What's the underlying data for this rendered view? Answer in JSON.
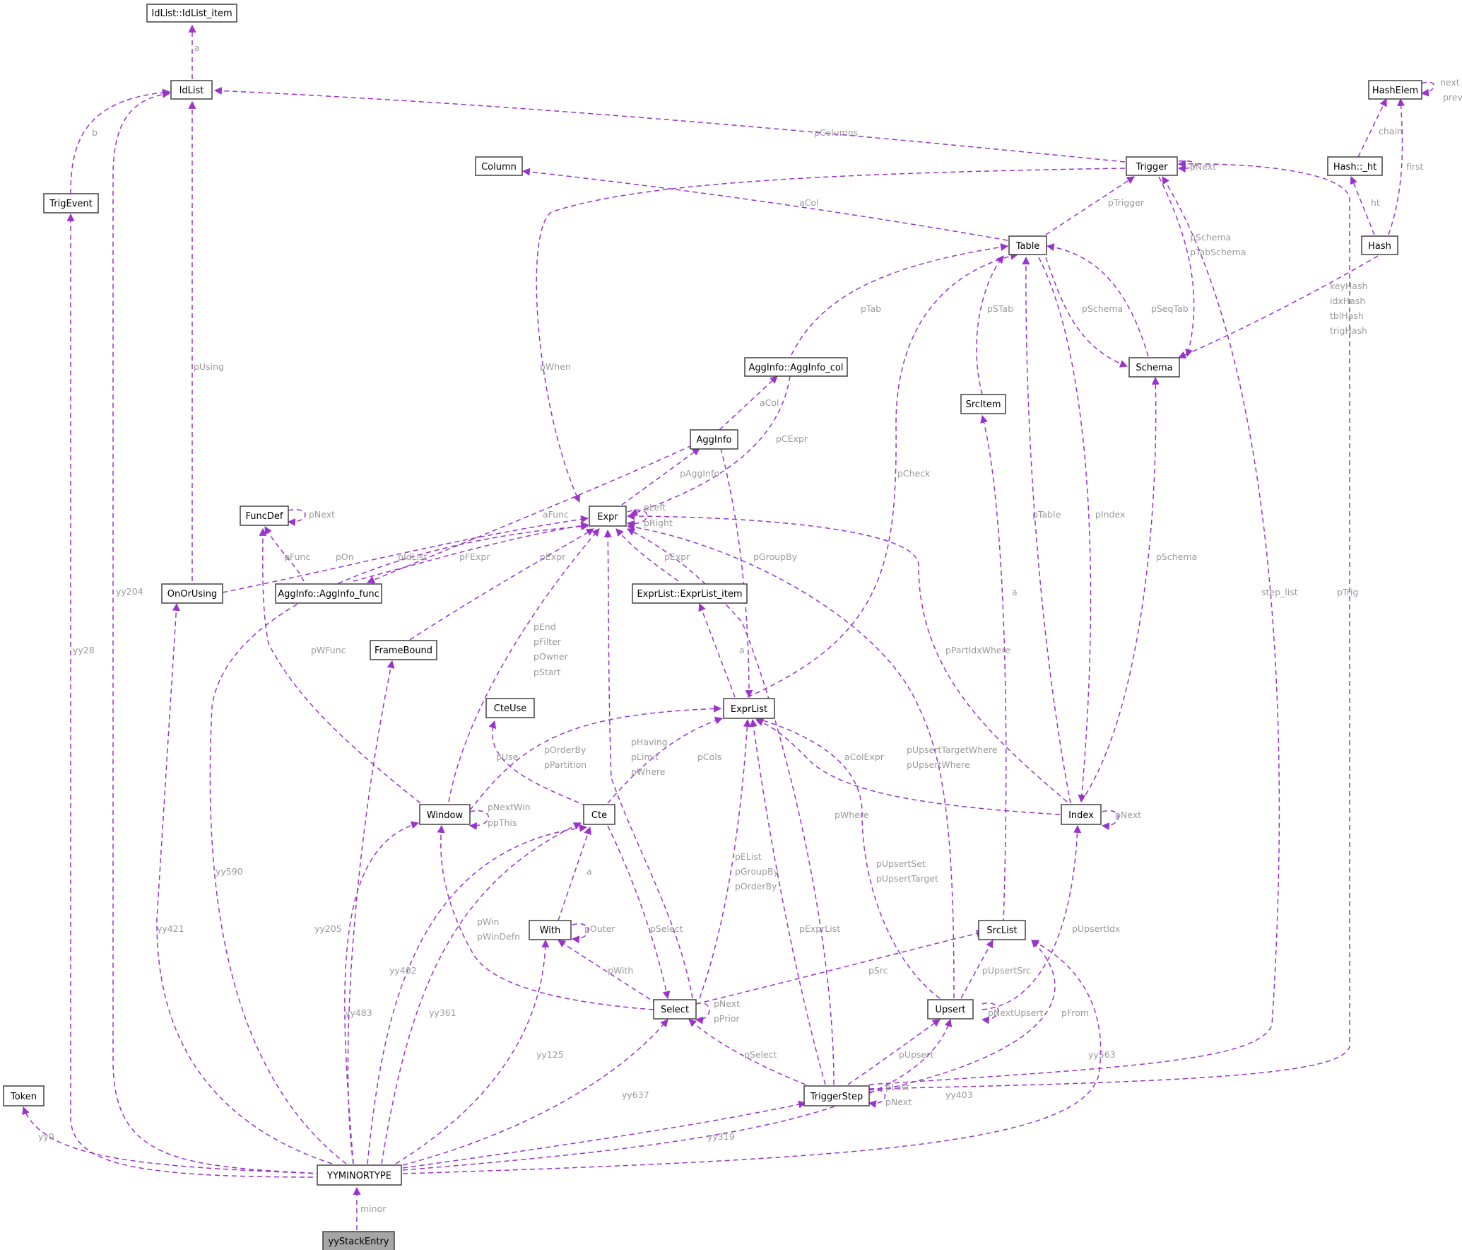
{
  "colors": {
    "edge": "#9a32cd",
    "label": "#9a9a9a",
    "node_border": "#404040",
    "root_fill": "#a6a6a6"
  },
  "nodes": {
    "idlist_item": "IdList::IdList_item",
    "idlist": "IdList",
    "hashelem": "HashElem",
    "trigger": "Trigger",
    "column": "Column",
    "hash_ht": "Hash::_ht",
    "trigevent": "TrigEvent",
    "table": "Table",
    "hash": "Hash",
    "agginfo_col": "AggInfo::AggInfo_col",
    "schema": "Schema",
    "srcitem": "SrcItem",
    "agginfo": "AggInfo",
    "funcdef": "FuncDef",
    "expr": "Expr",
    "onorusing": "OnOrUsing",
    "agginfo_func": "AggInfo::AggInfo_func",
    "exprlist_item": "ExprList::ExprList_item",
    "framebound": "FrameBound",
    "cteuse": "CteUse",
    "exprlist": "ExprList",
    "window": "Window",
    "cte": "Cte",
    "index": "Index",
    "with": "With",
    "srclist": "SrcList",
    "select": "Select",
    "upsert": "Upsert",
    "token": "Token",
    "triggerstep": "TriggerStep",
    "yyminortype": "YYMINORTYPE",
    "yystackentry": "yyStackEntry"
  },
  "edge_labels": {
    "a_idlist": "a",
    "b_trigevent": "b",
    "next": "next",
    "prev": "prev",
    "pcolumns": "pColumns",
    "chain": "chain",
    "pnext_trigger": "pNext",
    "first": "first",
    "acol_table": "aCol",
    "ptrigger": "pTrigger",
    "ht": "ht",
    "pschema_trigger": "pSchema",
    "ptabschema": "pTabSchema",
    "keyhash": "keyHash",
    "idxhash": "idxHash",
    "tblhash": "tblHash",
    "trighash": "trigHash",
    "pusing": "pUsing",
    "pwhen": "pWhen",
    "ptab_agg": "pTab",
    "pstab": "pSTab",
    "pschema_table": "pSchema",
    "pseqtab": "pSeqTab",
    "acol_agg": "aCol",
    "pcexpr": "pCExpr",
    "paggInfo": "pAggInfo",
    "pcheck": "pCheck",
    "pnext_func": "pNext",
    "afunc": "aFunc",
    "pleft": "pLeft",
    "pright": "pRight",
    "ptable": "pTable",
    "pindex": "pIndex",
    "yy204": "yy204",
    "pon": "pOn",
    "pfunc": "pFunc",
    "pidlist": "pIdList",
    "pfexpr": "pFExpr",
    "pexpr_frame": "pExpr",
    "pexpr_item": "pExpr",
    "pgroupby_agg": "pGroupBy",
    "pschema_index": "pSchema",
    "a_srcitem": "a",
    "step_list": "step_list",
    "ptrig": "pTrig",
    "yy28": "yy28",
    "pwfunc": "pWFunc",
    "pend": "pEnd",
    "pfilter": "pFilter",
    "powner": "pOwner",
    "pstart": "pStart",
    "a_exprlist": "a",
    "ppartidxwhere": "pPartIdxWhere",
    "phaving": "pHaving",
    "plimit": "pLimit",
    "pwhere_select": "pWhere",
    "porderby_win": "pOrderBy",
    "ppartition": "pPartition",
    "puse": "pUse",
    "pcols": "pCols",
    "acolexpr": "aColExpr",
    "pupserttargetwhere": "pUpsertTargetWhere",
    "pupsertwhere": "pUpsertWhere",
    "pnextwin": "pNextWin",
    "ppthis": "ppThis",
    "pwhere_step": "pWhere",
    "pnext_index": "pNext",
    "yy590": "yy590",
    "a_cte": "a",
    "pelist": "pEList",
    "pgroupby_sel": "pGroupBy",
    "porderby_sel": "pOrderBy",
    "pupsertset": "pUpsertSet",
    "pupserttarget": "pUpsertTarget",
    "yy421": "yy421",
    "yy205": "yy205",
    "pwin": "pWin",
    "pwindefn": "pWinDefn",
    "pouter": "pOuter",
    "pselect_cte": "pSelect",
    "pexprlist": "pExprList",
    "pupsertidx": "pUpsertIdx",
    "yy402": "yy402",
    "pwith": "pWith",
    "psrc": "pSrc",
    "pupsertsrc": "pUpsertSrc",
    "yy483": "yy483",
    "yy361": "yy361",
    "pnext_select": "pNext",
    "pprior": "pPrior",
    "pnextupsert": "pNextUpsert",
    "pfrom": "pFrom",
    "yy125": "yy125",
    "pselect_step": "pSelect",
    "pupsert": "pUpsert",
    "yy563": "yy563",
    "plast": "pLast",
    "pnext_step": "pNext",
    "yy637": "yy637",
    "yy403": "yy403",
    "yy0": "yy0",
    "yy319": "yy319",
    "minor": "minor"
  }
}
